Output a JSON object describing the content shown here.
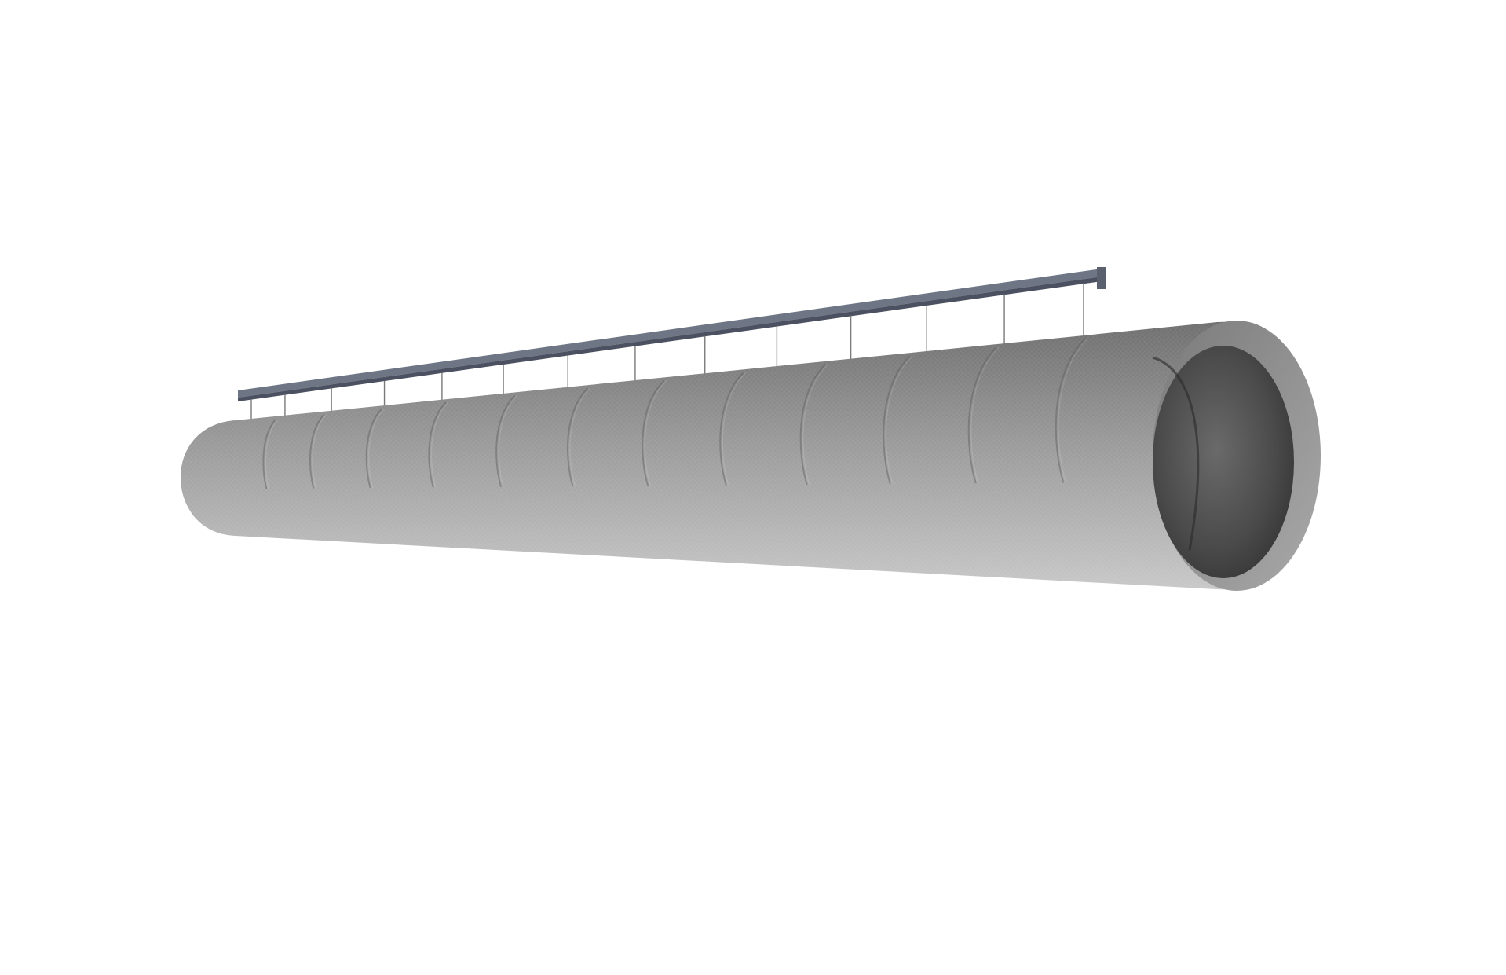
{
  "scene": {
    "subject": "textile-duct-with-suspension-rail",
    "colors": {
      "background": "#ffffff",
      "rail_top": "#6e7584",
      "rail_side": "#4b5160",
      "duct_top": "#6f6f6f",
      "duct_mid": "#9d9d9d",
      "duct_bottom": "#c7c7c7",
      "duct_inner": "#3a3a3a",
      "duct_rim": "#8a8a8a",
      "hanger": "#7a7a7a"
    },
    "hanger_count": 14,
    "seam_count": 12
  }
}
